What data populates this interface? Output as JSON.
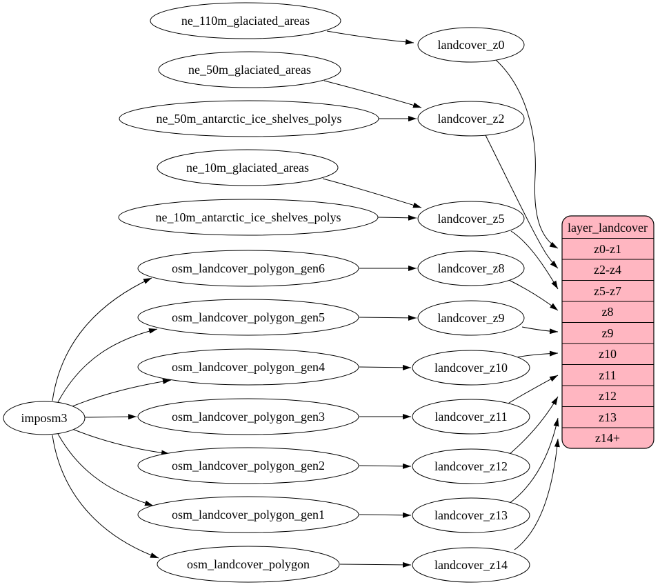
{
  "diagram": {
    "background": "#ffffff",
    "node_fill": "#ffffff",
    "node_stroke": "#000000",
    "edge_color": "#000000",
    "table_fill": "#ffb6c1",
    "nodes": {
      "ne_110m_glaciated_areas": "ne_110m_glaciated_areas",
      "ne_50m_glaciated_areas": "ne_50m_glaciated_areas",
      "ne_50m_antarctic_ice_shelves_polys": "ne_50m_antarctic_ice_shelves_polys",
      "ne_10m_glaciated_areas": "ne_10m_glaciated_areas",
      "ne_10m_antarctic_ice_shelves_polys": "ne_10m_antarctic_ice_shelves_polys",
      "osm_landcover_polygon_gen6": "osm_landcover_polygon_gen6",
      "osm_landcover_polygon_gen5": "osm_landcover_polygon_gen5",
      "osm_landcover_polygon_gen4": "osm_landcover_polygon_gen4",
      "osm_landcover_polygon_gen3": "osm_landcover_polygon_gen3",
      "osm_landcover_polygon_gen2": "osm_landcover_polygon_gen2",
      "osm_landcover_polygon_gen1": "osm_landcover_polygon_gen1",
      "osm_landcover_polygon": "osm_landcover_polygon",
      "imposm3": "imposm3",
      "landcover_z0": "landcover_z0",
      "landcover_z2": "landcover_z2",
      "landcover_z5": "landcover_z5",
      "landcover_z8": "landcover_z8",
      "landcover_z9": "landcover_z9",
      "landcover_z10": "landcover_z10",
      "landcover_z11": "landcover_z11",
      "landcover_z12": "landcover_z12",
      "landcover_z13": "landcover_z13",
      "landcover_z14": "landcover_z14"
    },
    "table": {
      "header": "layer_landcover",
      "rows": [
        "z0-z1",
        "z2-z4",
        "z5-z7",
        "z8",
        "z9",
        "z10",
        "z11",
        "z12",
        "z13",
        "z14+"
      ]
    },
    "edges": [
      "ne_110m_glaciated_areas -> landcover_z0",
      "ne_50m_glaciated_areas -> landcover_z2",
      "ne_50m_antarctic_ice_shelves_polys -> landcover_z2",
      "ne_10m_glaciated_areas -> landcover_z5",
      "ne_10m_antarctic_ice_shelves_polys -> landcover_z5",
      "imposm3 -> osm_landcover_polygon_gen6",
      "imposm3 -> osm_landcover_polygon_gen5",
      "imposm3 -> osm_landcover_polygon_gen4",
      "imposm3 -> osm_landcover_polygon_gen3",
      "imposm3 -> osm_landcover_polygon_gen2",
      "imposm3 -> osm_landcover_polygon_gen1",
      "imposm3 -> osm_landcover_polygon",
      "osm_landcover_polygon_gen6 -> landcover_z8",
      "osm_landcover_polygon_gen5 -> landcover_z9",
      "osm_landcover_polygon_gen4 -> landcover_z10",
      "osm_landcover_polygon_gen3 -> landcover_z11",
      "osm_landcover_polygon_gen2 -> landcover_z12",
      "osm_landcover_polygon_gen1 -> landcover_z13",
      "osm_landcover_polygon -> landcover_z14",
      "landcover_z0 -> layer_landcover.z0-z1",
      "landcover_z2 -> layer_landcover.z2-z4",
      "landcover_z5 -> layer_landcover.z5-z7",
      "landcover_z8 -> layer_landcover.z8",
      "landcover_z9 -> layer_landcover.z9",
      "landcover_z10 -> layer_landcover.z10",
      "landcover_z11 -> layer_landcover.z11",
      "landcover_z12 -> layer_landcover.z12",
      "landcover_z13 -> layer_landcover.z13",
      "landcover_z14 -> layer_landcover.z14+"
    ]
  }
}
